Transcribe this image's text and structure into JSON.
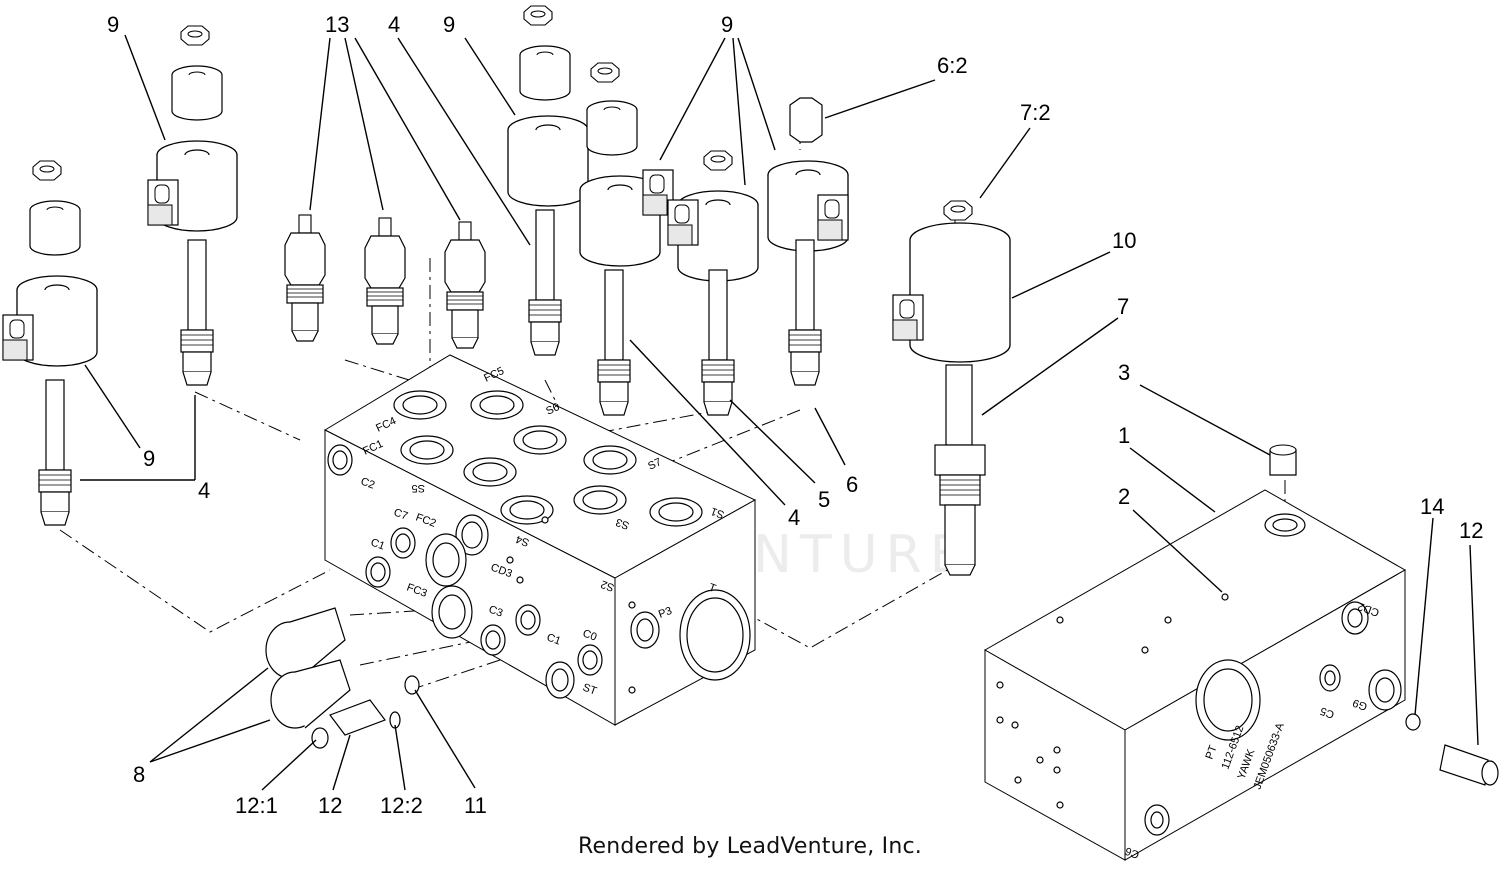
{
  "callouts": [
    {
      "id": "c9a",
      "text": "9"
    },
    {
      "id": "c9b",
      "text": "9"
    },
    {
      "id": "c13",
      "text": "13"
    },
    {
      "id": "c4a",
      "text": "4"
    },
    {
      "id": "c9c",
      "text": "9"
    },
    {
      "id": "c9d",
      "text": "9"
    },
    {
      "id": "c62",
      "text": "6:2"
    },
    {
      "id": "c72",
      "text": "7:2"
    },
    {
      "id": "c10",
      "text": "10"
    },
    {
      "id": "c7",
      "text": "7"
    },
    {
      "id": "c3",
      "text": "3"
    },
    {
      "id": "c1",
      "text": "1"
    },
    {
      "id": "c2",
      "text": "2"
    },
    {
      "id": "c9e",
      "text": "9"
    },
    {
      "id": "c4b",
      "text": "4"
    },
    {
      "id": "c4c",
      "text": "4"
    },
    {
      "id": "c5",
      "text": "5"
    },
    {
      "id": "c6",
      "text": "6"
    },
    {
      "id": "c14",
      "text": "14"
    },
    {
      "id": "c12a",
      "text": "12"
    },
    {
      "id": "c8",
      "text": "8"
    },
    {
      "id": "c121",
      "text": "12:1"
    },
    {
      "id": "c12b",
      "text": "12"
    },
    {
      "id": "c122",
      "text": "12:2"
    },
    {
      "id": "c11",
      "text": "11"
    }
  ],
  "ports_left": [
    "FC4",
    "FC5",
    "S6",
    "FC1",
    "S5",
    "S7",
    "C2",
    "S4",
    "S3",
    "C7",
    "FC2",
    "S1",
    "C1",
    "CD3",
    "S2",
    "T",
    "FC3",
    "C3",
    "C1",
    "C0",
    "P3",
    "ST"
  ],
  "ports_right": [
    "CD2",
    "C5",
    "G9",
    "C6"
  ],
  "block_marking": [
    "JEM050633-A",
    "YAWK",
    "112-6512",
    "PT"
  ],
  "watermark": "LEADVENTURE",
  "footer": "Rendered by LeadVenture, Inc."
}
